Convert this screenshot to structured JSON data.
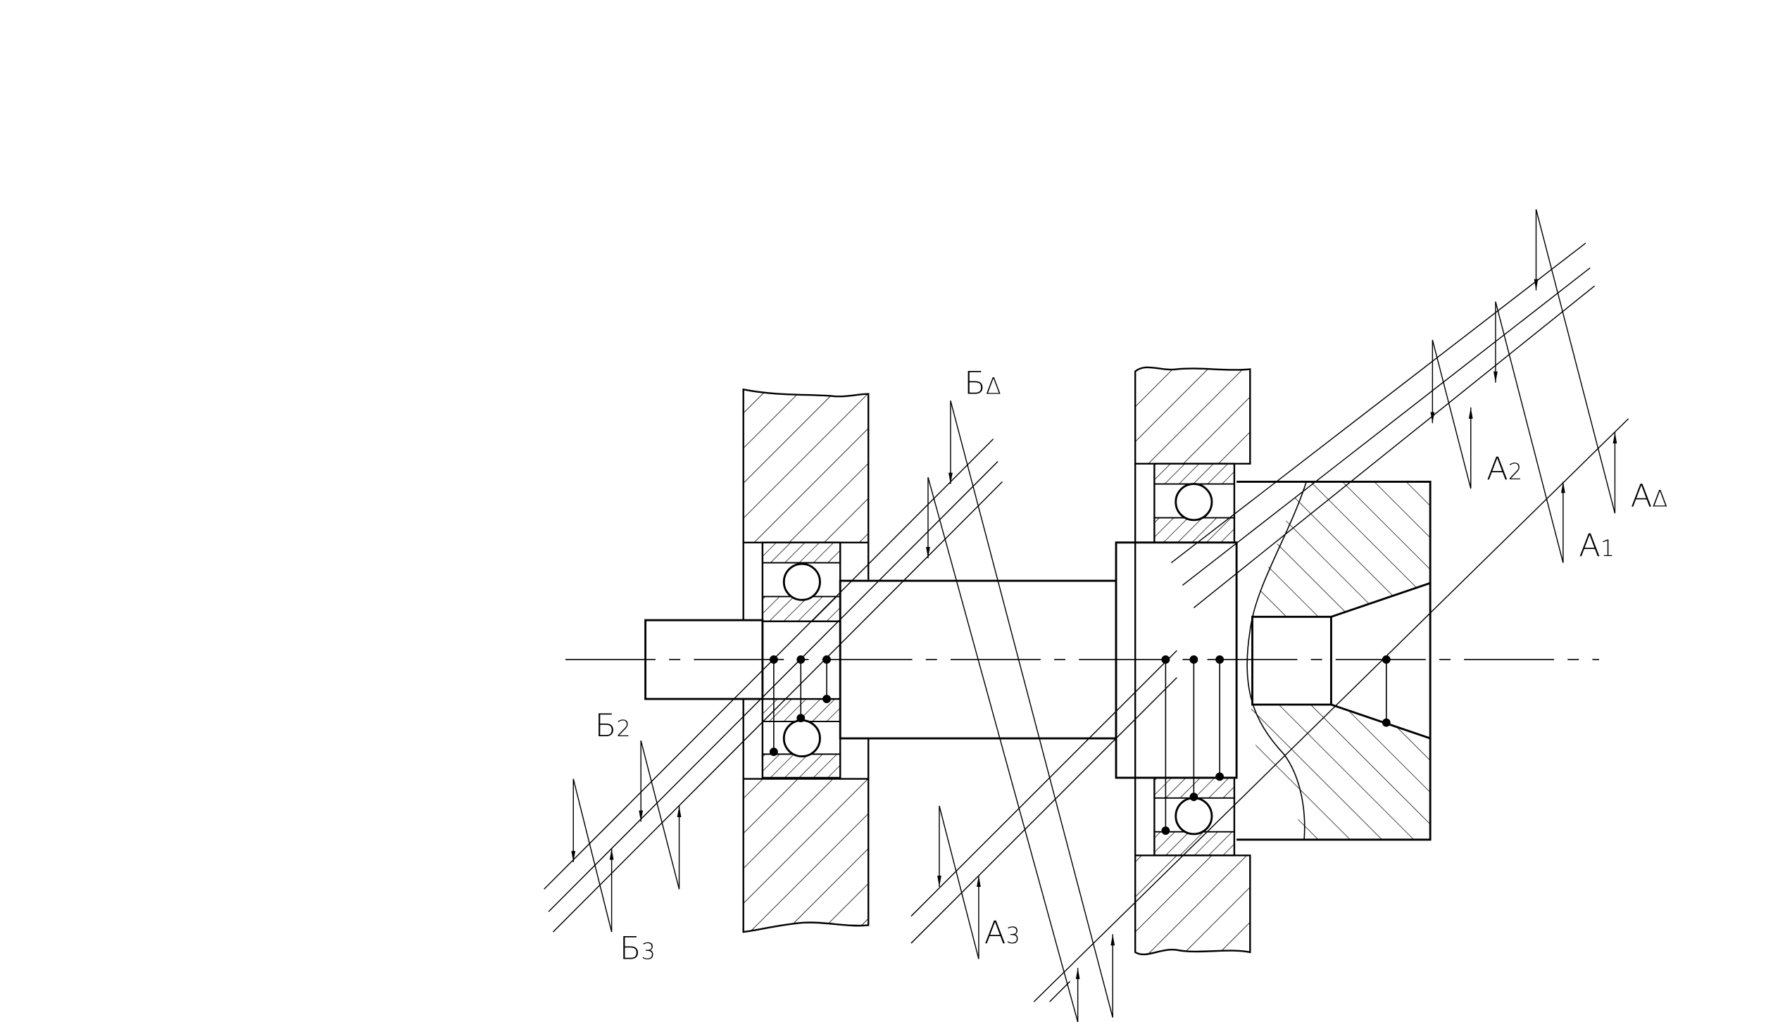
{
  "labels": {
    "b_delta": "Б",
    "b_delta_sub": "Δ",
    "b2": "Б",
    "b2_sub": "2",
    "b3": "Б",
    "b3_sub": "3",
    "a2": "А",
    "a2_sub": "2",
    "a_delta": "А",
    "a_delta_sub": "Δ",
    "a1": "А",
    "a1_sub": "1",
    "a3": "А",
    "a3_sub": "3"
  },
  "colors": {
    "ink": "#000000",
    "paper": "#ffffff"
  }
}
